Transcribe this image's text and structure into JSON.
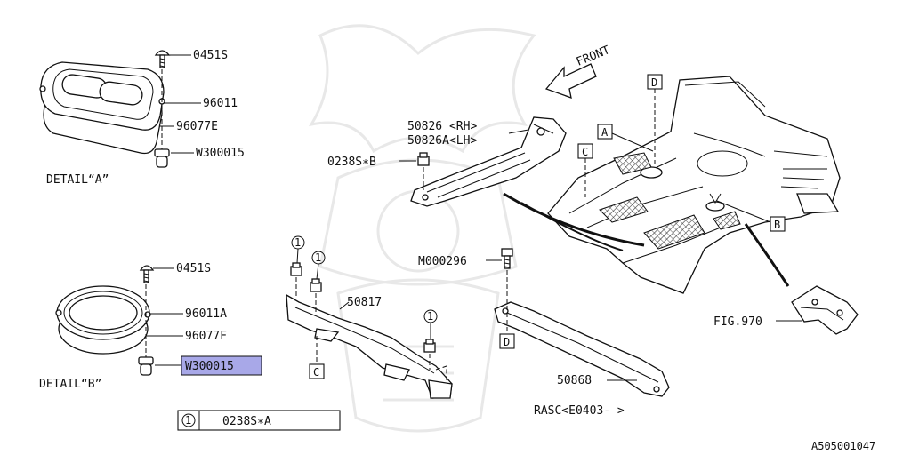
{
  "labels": {
    "p0451s_a": "0451S",
    "p96011": "96011",
    "p96077e": "96077E",
    "pw300015_a": "W300015",
    "detail_a": "DETAIL“A”",
    "p0451s_b": "0451S",
    "p96011a": "96011A",
    "p96077f": "96077F",
    "pw300015_b": "W300015",
    "detail_b": "DETAIL“B”",
    "front": "FRONT",
    "p50826_rh": "50826 <RH>",
    "p50826a_lh": "50826A<LH>",
    "p0238s_b": "0238S∗B",
    "p50817": "50817",
    "pm000296": "M000296",
    "p50868": "50868",
    "rasc": "RASC<E0403-    >",
    "fig970": "FIG.970",
    "diagram_id": "A505001047"
  },
  "callouts": {
    "a": "A",
    "b": "B",
    "c_upper": "C",
    "c_lower": "C",
    "d_upper": "D",
    "d_lower": "D",
    "circ1_a": "1",
    "circ1_b": "1",
    "circ1_c": "1"
  },
  "legend": {
    "key": "1",
    "part": "0238S∗A"
  },
  "colors": {
    "highlight": "#a8a8e8",
    "ink": "#111111"
  }
}
